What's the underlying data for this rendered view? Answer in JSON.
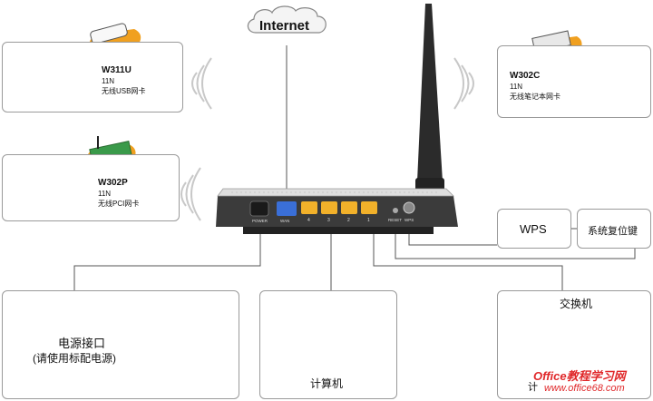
{
  "internet": {
    "label": "Internet"
  },
  "devices": {
    "w311u": {
      "model": "W311U",
      "spec": "11N",
      "desc": "无线USB网卡"
    },
    "w302p": {
      "model": "W302P",
      "spec": "11N",
      "desc": "无线PCI网卡"
    },
    "w302c": {
      "model": "W302C",
      "spec": "11N",
      "desc": "无线笔记本网卡"
    }
  },
  "router": {
    "power_label": "POWER",
    "wan_label": "WAN",
    "lan_ports": [
      "4",
      "3",
      "2",
      "1"
    ],
    "reset_label": "RESET",
    "wps_label": "WPS"
  },
  "callouts": {
    "wps": "WPS",
    "reset": "系统复位键"
  },
  "bottom": {
    "power_line1": "电源接口",
    "power_line2": "(请使用标配电源)",
    "computer": "计算机",
    "switch": "交换机",
    "computers_partial": "计"
  },
  "watermark": {
    "line1": "Office教程学习网",
    "line2": "www.office68.com"
  },
  "colors": {
    "wan_port": "#3a6fd8",
    "lan_port": "#f2b12a",
    "router_body": "#3b3b3b",
    "accent_orange": "#f0a020"
  }
}
